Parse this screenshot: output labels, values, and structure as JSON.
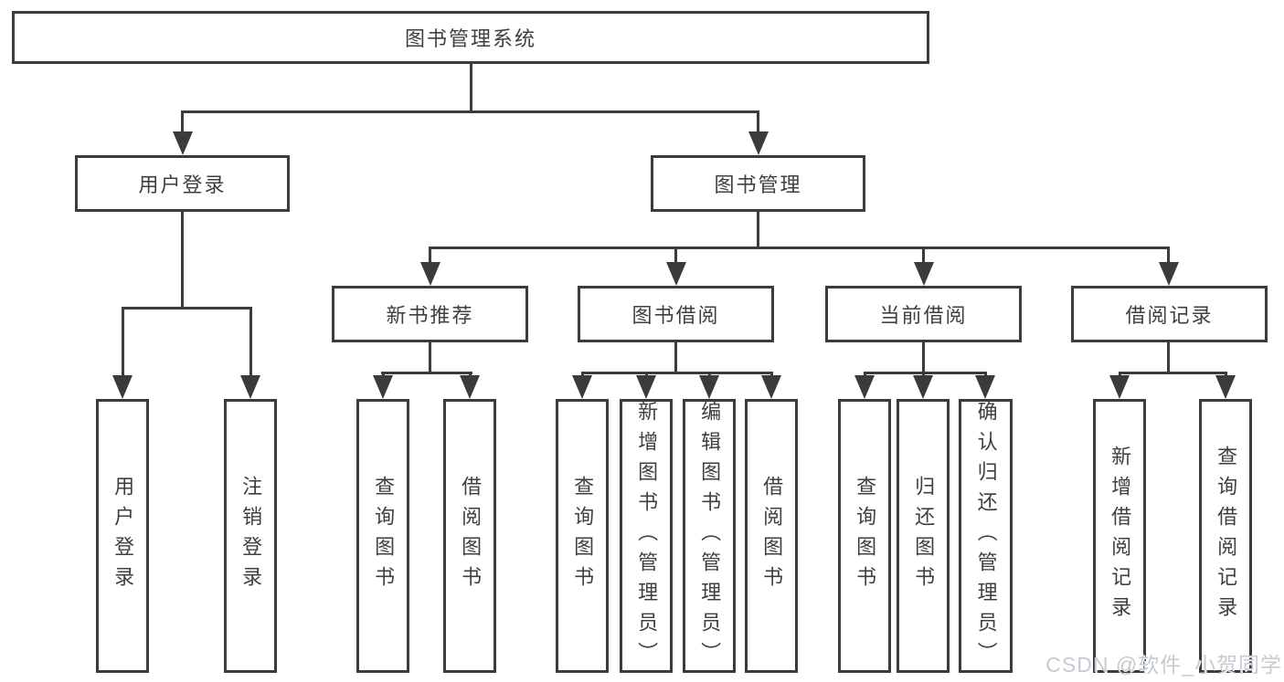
{
  "diagram_type": "hierarchy-tree",
  "tree": {
    "root": {
      "label": "图书管理系统",
      "children": [
        {
          "label": "用户登录",
          "children": [
            {
              "label": "用户登录"
            },
            {
              "label": "注销登录"
            }
          ]
        },
        {
          "label": "图书管理",
          "children": [
            {
              "label": "新书推荐",
              "children": [
                {
                  "label": "查询图书"
                },
                {
                  "label": "借阅图书"
                }
              ]
            },
            {
              "label": "图书借阅",
              "children": [
                {
                  "label": "查询图书"
                },
                {
                  "label": "新增图书（管理员）"
                },
                {
                  "label": "编辑图书（管理员）"
                },
                {
                  "label": "借阅图书"
                }
              ]
            },
            {
              "label": "当前借阅",
              "children": [
                {
                  "label": "查询图书"
                },
                {
                  "label": "归还图书"
                },
                {
                  "label": "确认归还（管理员）"
                }
              ]
            },
            {
              "label": "借阅记录",
              "children": [
                {
                  "label": "新增借阅记录"
                },
                {
                  "label": "查询借阅记录"
                }
              ]
            }
          ]
        }
      ]
    }
  },
  "watermark": {
    "text": "CSDN @软件_小贺同学"
  },
  "colors": {
    "line": "#3b3b3b",
    "text": "#3f3f3f",
    "background": "#ffffff",
    "watermark": "#c6cbd2"
  }
}
